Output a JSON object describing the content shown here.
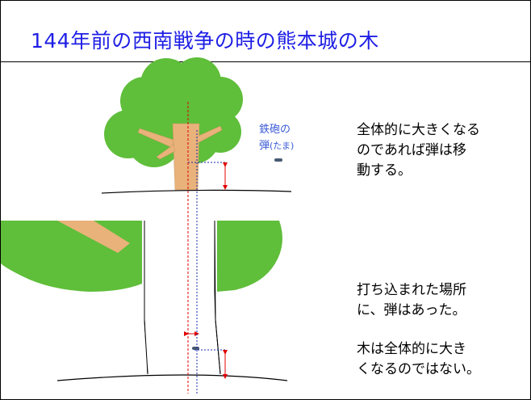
{
  "title": "144年前の西南戦争の時の熊本城の木",
  "bullet_label": {
    "line1": "鉄砲の",
    "line2": "弾",
    "line2_small": "(たま)"
  },
  "note_top": {
    "line1": "全体的に大きくなる",
    "line2": "のであれば弾は移",
    "line3": "動する。"
  },
  "note_mid": {
    "line1": "打ち込まれた場所",
    "line2": "に、弾はあった。"
  },
  "note_bottom": {
    "line1": "木は全体的に大き",
    "line2": "くなるのではない。"
  },
  "colors": {
    "title": "#1e1ee6",
    "foliage": "#5fbe3a",
    "foliage_dark": "#4aa62c",
    "trunk": "#e8b27a",
    "guide_red": "#e00000",
    "guide_blue": "#1a2aa8",
    "bullet": "#4a5a72"
  }
}
